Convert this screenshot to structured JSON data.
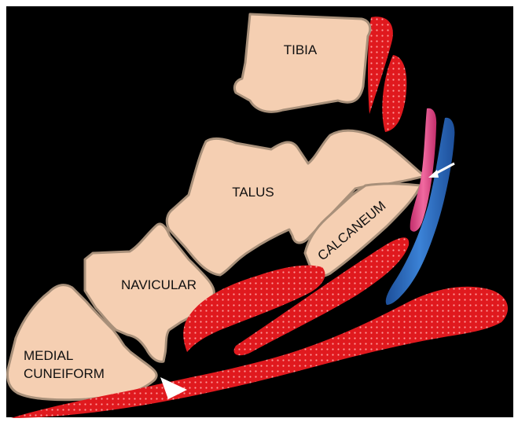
{
  "labels": {
    "tibia": "TIBIA",
    "talus": "TALUS",
    "calcaneum": "CALCANEUM",
    "navicular": "NAVICULAR",
    "medial_cuneiform_line1": "MEDIAL",
    "medial_cuneiform_line2": "CUNEIFORM"
  },
  "colors": {
    "background": "#000000",
    "frame": "#ffffff",
    "bone": "#f5cfb2",
    "muscle": "#e0191e",
    "vein": "#2f6fc4",
    "artery": "#e04a86",
    "arrow": "#ffffff"
  },
  "markers": {
    "arrow_icon": "white-arrow",
    "arrowhead_icon": "white-arrowhead"
  }
}
